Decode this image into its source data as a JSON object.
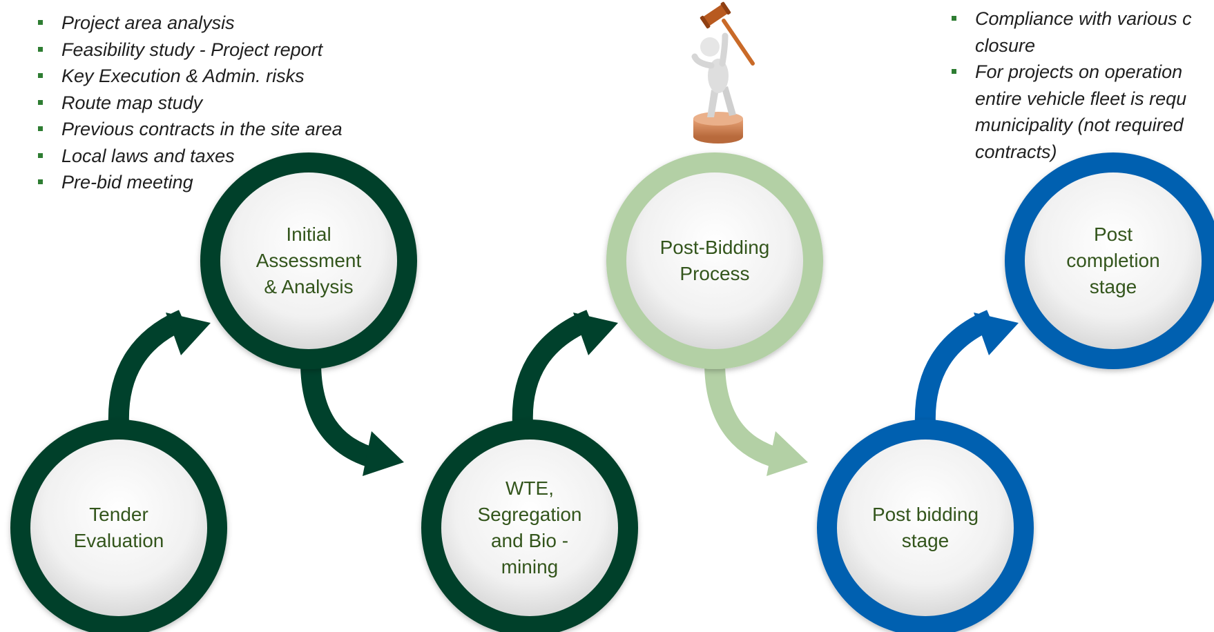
{
  "bullets_left": [
    "Project area analysis",
    "Feasibility study - Project report",
    "Key Execution & Admin. risks",
    "Route map study",
    "Previous contracts in the site area",
    "Local laws and taxes",
    "Pre-bid meeting"
  ],
  "bullets_right": [
    "Compliance with various c",
    "closure",
    "For projects on operation",
    "entire vehicle fleet is requ",
    "municipality (not required",
    "contracts)"
  ],
  "bullets_right_markers": [
    true,
    false,
    true,
    false,
    false,
    false
  ],
  "stages": {
    "tender_evaluation": "Tender\nEvaluation",
    "initial_assessment": "Initial\nAssessment\n& Analysis",
    "wte_segregation": "WTE,\nSegregation\nand Bio -\nmining",
    "post_bidding_process": "Post-Bidding\nProcess",
    "post_bidding_stage": "Post bidding\nstage",
    "post_completion": "Post\ncompletion\nstage"
  },
  "colors": {
    "dark_green": "#00412c",
    "light_green": "#b3d0a5",
    "blue": "#0060b0",
    "label_text": "#33551c",
    "bullet_marker": "#2e7d32"
  },
  "icons": [
    "judge-gavel-figure-icon"
  ]
}
